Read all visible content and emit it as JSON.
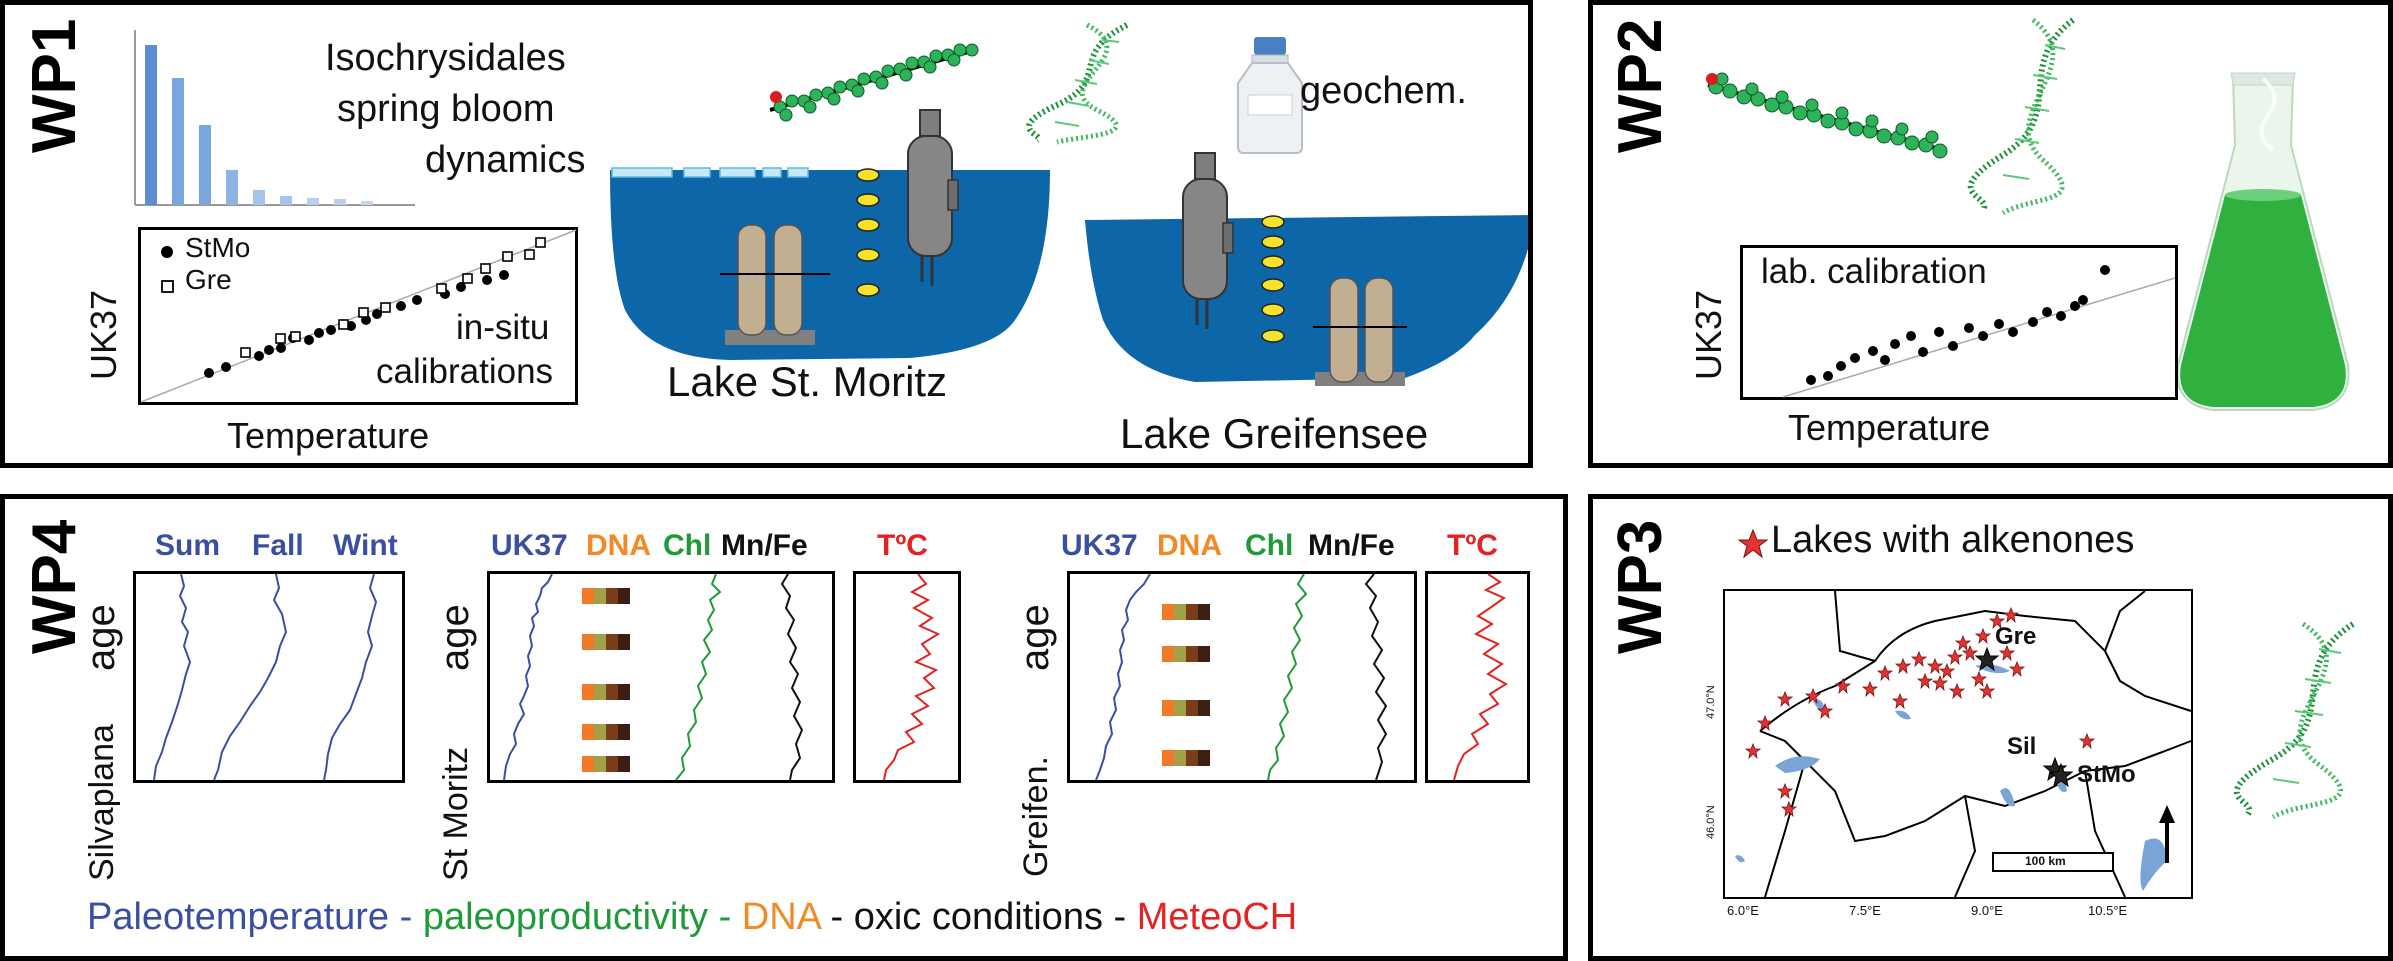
{
  "wp1": {
    "label": "WP1",
    "bloom_text": [
      "Isochrysidales",
      "spring bloom",
      "dynamics"
    ],
    "geochem_text": "geochem.",
    "calib_legend": [
      "StMo",
      "Gre"
    ],
    "calib_text": [
      "in-situ",
      "calibrations"
    ],
    "ylabel": "UK37",
    "xlabel": "Temperature",
    "lake1": "Lake St. Moritz",
    "lake2": "Lake Greifensee"
  },
  "wp2": {
    "label": "WP2",
    "calib_text": "lab. calibration",
    "ylabel": "UK37",
    "xlabel": "Temperature"
  },
  "wp4": {
    "label": "WP4",
    "sil_headers": [
      "Sum",
      "Fall",
      "Wint"
    ],
    "sil_age": "age",
    "sil_site": "Silvaplana",
    "stmo_headers": [
      "UK37",
      "DNA",
      "Chl",
      "Mn/Fe"
    ],
    "stmo_temp": "TºC",
    "stmo_age": "age",
    "stmo_site": "St Moritz",
    "gre_headers": [
      "UK37",
      "DNA",
      "Chl",
      "Mn/Fe"
    ],
    "gre_temp": "TºC",
    "gre_age": "age",
    "gre_site": "Greifen.",
    "footer": {
      "p1": "Paleotemperature -",
      "p2": " paleoproductivity -",
      "p3": " DNA",
      "p4": " - oxic conditions -",
      "p5": " MeteoCH"
    }
  },
  "wp3": {
    "label": "WP3",
    "legend": "Lakes with alkenones",
    "sites": [
      "Gre",
      "Sil",
      "StMo"
    ],
    "lat_ticks": [
      "47.0°N",
      "46.0°N"
    ],
    "lon_ticks": [
      "6.0°E",
      "7.5°E",
      "9.0°E",
      "10.5°E"
    ],
    "scale": "100 km"
  },
  "colors": {
    "lake": "#0c66a8",
    "line_blue": "#3a4fa0",
    "line_green": "#1f9a3a",
    "line_red": "#e32222",
    "bar_blue": "#5b8fd1",
    "star": "#e53333",
    "dna_green": "#1e8f3a"
  }
}
